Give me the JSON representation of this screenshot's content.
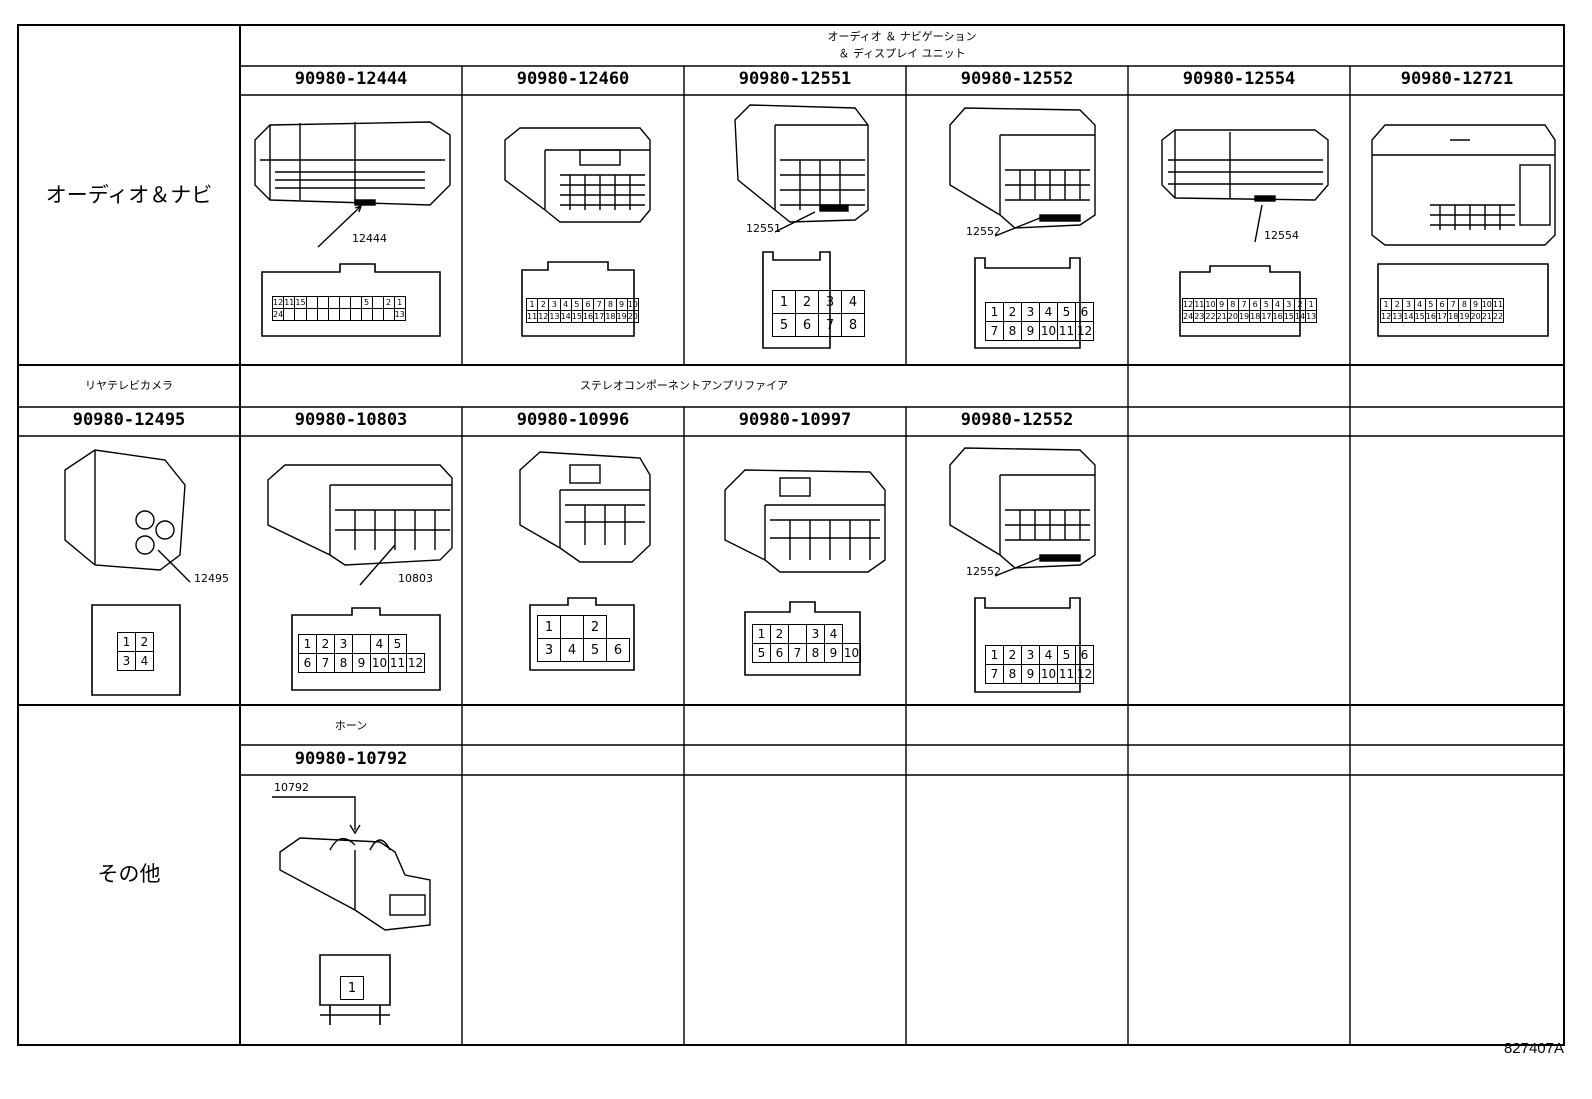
{
  "figure_id": "827407A",
  "rows": [
    {
      "category": "オーディオ＆ナビ"
    },
    {
      "category": ""
    },
    {
      "category": "その他"
    }
  ],
  "headers": {
    "row1": "オーディオ ＆ ナビゲーション\n＆ ディスプレイ ユニット",
    "row1_line1": "オーディオ ＆ ナビゲーション",
    "row1_line2": "＆ ディスプレイ ユニット",
    "row2_left": "リヤテレビカメラ",
    "row2_main": "ステレオコンポーネントアンプリファイア",
    "row3": "ホーン"
  },
  "connectors": [
    {
      "part": "90980-12444",
      "callout": "12444",
      "pins_top": [
        "12",
        "11",
        "15",
        "",
        "",
        "",
        "",
        "",
        "5",
        "",
        "2",
        "1"
      ],
      "pins_bottom": [
        "24",
        "",
        "",
        "",
        "",
        "",
        "",
        "",
        "",
        "",
        "",
        "13"
      ]
    },
    {
      "part": "90980-12460",
      "pins_top": [
        "1",
        "2",
        "3",
        "4",
        "5",
        "6",
        "7",
        "8",
        "9",
        "10"
      ],
      "pins_bottom": [
        "11",
        "12",
        "13",
        "14",
        "15",
        "16",
        "17",
        "18",
        "19",
        "20"
      ]
    },
    {
      "part": "90980-12551",
      "callout": "12551",
      "pins_top": [
        "1",
        "2",
        "3",
        "4"
      ],
      "pins_bottom": [
        "5",
        "6",
        "7",
        "8"
      ]
    },
    {
      "part": "90980-12552",
      "callout": "12552",
      "pins_top": [
        "1",
        "2",
        "3",
        "4",
        "5",
        "6"
      ],
      "pins_bottom": [
        "7",
        "8",
        "9",
        "10",
        "11",
        "12"
      ]
    },
    {
      "part": "90980-12554",
      "callout": "12554",
      "pins_top": [
        "12",
        "11",
        "10",
        "9",
        "8",
        "7",
        "6",
        "5",
        "4",
        "3",
        "2",
        "1"
      ],
      "pins_bottom": [
        "24",
        "23",
        "22",
        "21",
        "20",
        "19",
        "18",
        "17",
        "16",
        "15",
        "14",
        "13"
      ]
    },
    {
      "part": "90980-12721",
      "pins_top": [
        "1",
        "2",
        "3",
        "4",
        "5",
        "6",
        "7",
        "8",
        "9",
        "10",
        "11"
      ],
      "pins_bottom": [
        "12",
        "13",
        "14",
        "15",
        "16",
        "17",
        "18",
        "19",
        "20",
        "21",
        "22"
      ]
    },
    {
      "part": "90980-12495",
      "callout": "12495",
      "pins_top": [
        "1",
        "2"
      ],
      "pins_bottom": [
        "3",
        "4"
      ]
    },
    {
      "part": "90980-10803",
      "callout": "10803",
      "pins_top": [
        "1",
        "2",
        "3",
        "",
        "4",
        "5"
      ],
      "pins_bottom": [
        "6",
        "7",
        "8",
        "9",
        "10",
        "11",
        "12"
      ]
    },
    {
      "part": "90980-10996",
      "pins_top": [
        "1",
        "",
        "2"
      ],
      "pins_bottom": [
        "3",
        "4",
        "5",
        "6"
      ]
    },
    {
      "part": "90980-10997",
      "pins_top": [
        "1",
        "2",
        "",
        "3",
        "4"
      ],
      "pins_bottom": [
        "5",
        "6",
        "7",
        "8",
        "9",
        "10"
      ]
    },
    {
      "part": "90980-12552",
      "callout": "12552",
      "pins_top": [
        "1",
        "2",
        "3",
        "4",
        "5",
        "6"
      ],
      "pins_bottom": [
        "7",
        "8",
        "9",
        "10",
        "11",
        "12"
      ]
    },
    {
      "part": "90980-10792",
      "callout": "10792",
      "pins_top": [
        "1"
      ],
      "pins_bottom": []
    }
  ]
}
